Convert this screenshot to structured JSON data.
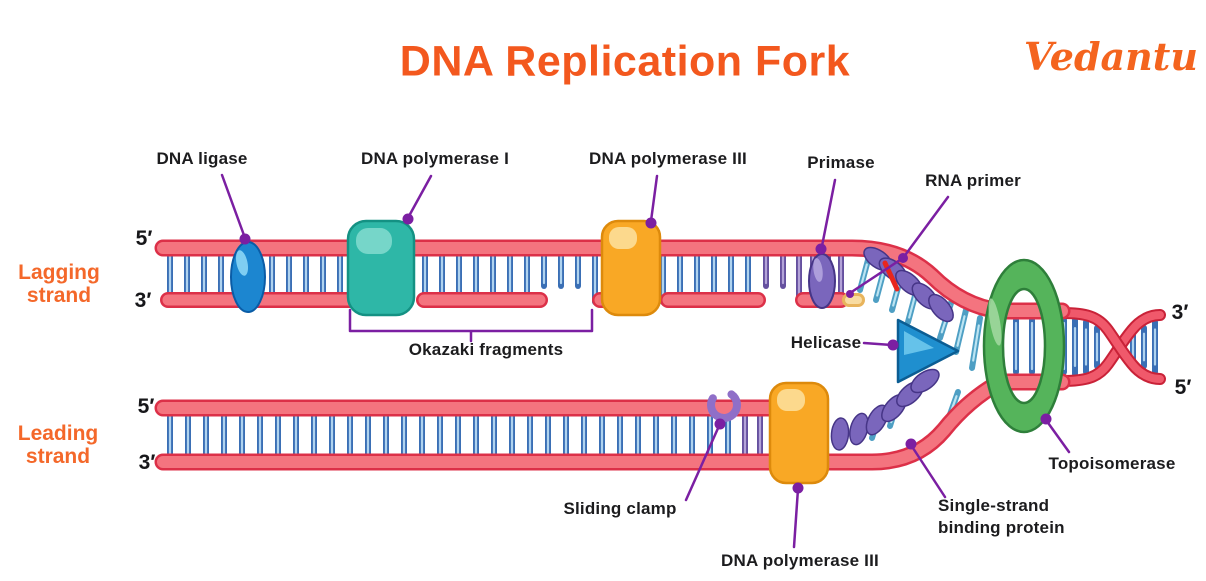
{
  "header": {
    "title": "DNA Replication Fork",
    "brand": "Vedantu"
  },
  "strand_labels": {
    "lagging": [
      "Lagging",
      "strand"
    ],
    "leading": [
      "Leading",
      "strand"
    ]
  },
  "enzyme_labels": {
    "dna_ligase": "DNA ligase",
    "dna_polymerase_i": "DNA polymerase I",
    "dna_polymerase_iii_top": "DNA polymerase III",
    "primase": "Primase",
    "rna_primer": "RNA primer",
    "helicase": "Helicase",
    "okazaki_fragments": "Okazaki fragments",
    "sliding_clamp": "Sliding clamp",
    "dna_polymerase_iii_bottom": "DNA polymerase III",
    "single_strand_binding_protein": [
      "Single-strand",
      "binding protein"
    ],
    "topoisomerase": "Topoisomerase"
  },
  "terminal_labels": {
    "lagging_top": "5′",
    "lagging_bottom": "3′",
    "leading_top": "5′",
    "leading_bottom": "3′",
    "right_top": "3′",
    "right_bottom": "5′"
  },
  "colors": {
    "accent_orange": "#F3581E",
    "strand_label_orange": "#F4682A",
    "label_black": "#1C1C1E",
    "backbone_pink": "#F4747F",
    "backbone_red_border": "#DC3048",
    "rung_blue": "#3A6FB5",
    "rung_purple": "#65509F",
    "pointer_purple": "#7B1FA2",
    "ligase_blue": "#1C86D0",
    "polymerase_i_teal": "#2EB7A7",
    "polymerase_iii_orange": "#F9A825",
    "primase_ssb_purple": "#7A66BC",
    "helicase_blue": "#1F8FCF",
    "topoisomerase_green": "#55B45B",
    "rna_primer_red": "#E8261C",
    "primer_yellow": "#F8DCA2"
  }
}
